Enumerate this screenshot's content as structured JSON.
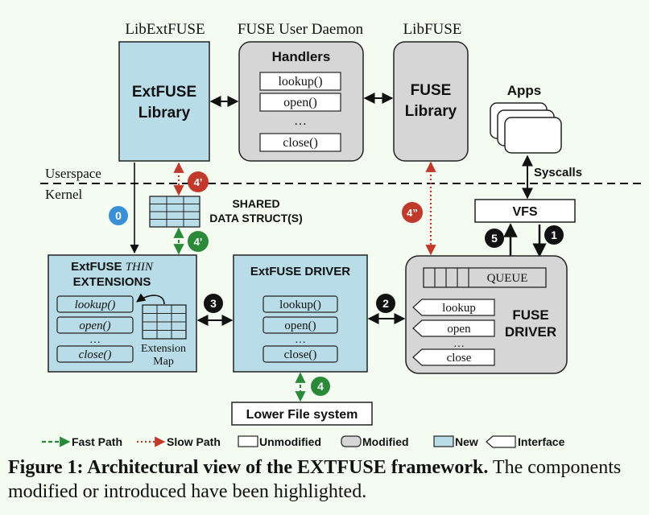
{
  "labels": {
    "libextfuse": "LibExtFUSE",
    "fuse_user_daemon": "FUSE User Daemon",
    "libfuse": "LibFUSE",
    "apps": "Apps",
    "userspace": "Userspace",
    "kernel": "Kernel",
    "syscalls": "Syscalls",
    "vfs": "VFS",
    "shared_line1": "SHARED",
    "shared_line2": "DATA STRUCT(S)",
    "extension_map_line1": "Extension",
    "extension_map_line2": "Map",
    "lower_fs": "Lower File system"
  },
  "boxes": {
    "extfuse_library_line1": "ExtFUSE",
    "extfuse_library_line2": "Library",
    "handlers_title": "Handlers",
    "handlers_items": [
      "lookup()",
      "open()",
      "…",
      "close()"
    ],
    "fuse_library_line1": "FUSE",
    "fuse_library_line2": "Library",
    "thin_ext_line1a": "ExtFUSE ",
    "thin_ext_line1b": "THIN",
    "thin_ext_line2": "EXTENSIONS",
    "thin_ext_items": [
      "lookup()",
      "open()",
      "…",
      "close()"
    ],
    "driver_title": "ExtFUSE DRIVER",
    "driver_items": [
      "lookup()",
      "open()",
      "…",
      "close()"
    ],
    "queue": "QUEUE",
    "fuse_driver_line1": "FUSE",
    "fuse_driver_line2": "DRIVER",
    "fuse_driver_items": [
      "lookup",
      "open",
      "…",
      "close"
    ]
  },
  "badges": {
    "b0": "0",
    "b1": "1",
    "b2": "2",
    "b3": "3",
    "b4": "4",
    "b4p_red": "4’",
    "b4p_green": "4’",
    "b4pp_red": "4”",
    "b5": "5"
  },
  "legend": {
    "fast": "Fast Path",
    "slow": "Slow Path",
    "unmodified": "Unmodified",
    "modified": "Modified",
    "new": "New",
    "interface": "Interface"
  },
  "caption": {
    "bold_prefix": "Figure 1: Architectural view of the ",
    "bold_name": "EXTFUSE",
    "bold_suffix": " framework.",
    "rest": " The components modified or introduced have been highlighted."
  },
  "colors": {
    "new": "#b8dde8",
    "modified": "#d6d6d6",
    "unmodified": "#ffffff",
    "fast_path": "#2a8a3a",
    "slow_path": "#c0392b",
    "badge_blue": "#3a8fd6",
    "badge_red": "#c0392b",
    "badge_green": "#2a8a3a",
    "badge_black": "#111111"
  }
}
